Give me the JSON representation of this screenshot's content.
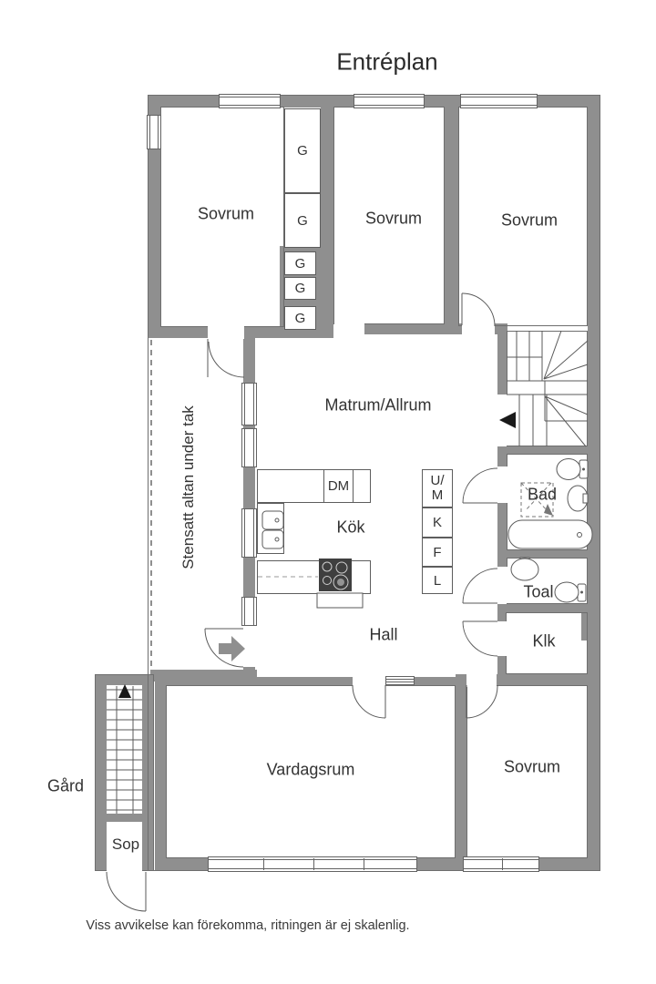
{
  "title": "Entréplan",
  "disclaimer": "Viss avvikelse kan förekomma, ritningen är ej skalenlig.",
  "rooms": {
    "sovrum1": "Sovrum",
    "sovrum2": "Sovrum",
    "sovrum3": "Sovrum",
    "matrum": "Matrum/Allrum",
    "kok": "Kök",
    "hall": "Hall",
    "bad": "Bad",
    "toal": "Toal",
    "klk": "Klk",
    "vardagsrum": "Vardagsrum",
    "sovrum4": "Sovrum",
    "gard": "Gård",
    "sop": "Sop",
    "altan": "Stensatt altan under tak"
  },
  "closets": [
    "G",
    "G",
    "G",
    "G",
    "G"
  ],
  "kitchen": {
    "dishwasher": "DM",
    "appliances": [
      "U/M",
      "K",
      "F",
      "L"
    ]
  },
  "colors": {
    "wall": "#8f8f8f",
    "line": "#5a5a5a",
    "outline": "#6e6e6e",
    "text": "#333333"
  }
}
